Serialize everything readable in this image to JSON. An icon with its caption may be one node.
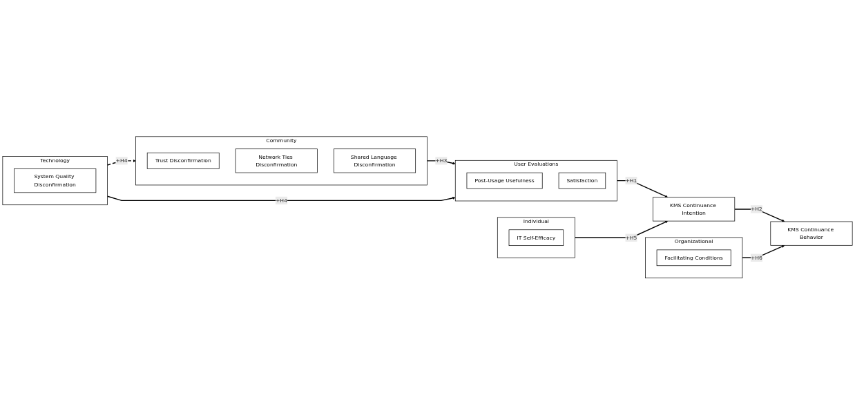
{
  "diagram": {
    "nodes": [
      {
        "text": [
          "Community"
        ]
      },
      {
        "text": [
          "Trust Disconfirmation"
        ],
        "in": 0
      },
      {
        "text": [
          "Network Ties Disconfirmation"
        ],
        "in": 0
      },
      {
        "text": [
          "Shared Language Disconfirmation"
        ],
        "in": 0
      },
      {
        "text": [
          "Technology"
        ]
      },
      {
        "text": [
          "System Quality Disconfirmation"
        ],
        "in": 4
      },
      {
        "text": [
          "User Evaluations"
        ]
      },
      {
        "text": [
          "Post-Usage Usefulness"
        ],
        "in": 6
      },
      {
        "text": [
          "Satisfaction"
        ],
        "in": 6
      },
      {
        "text": [
          "Individual"
        ]
      },
      {
        "text": [
          "IT Self-Efficacy"
        ],
        "in": 9
      },
      {
        "text": [
          "Organizational"
        ]
      },
      {
        "text": [
          "Facilitating Conditions"
        ],
        "in": 11
      },
      {
        "text": [
          "KMS Continuance Intention"
        ]
      },
      {
        "text": [
          "KMS Continuance Behavior"
        ]
      }
    ],
    "edges": [
      {
        "from": 0,
        "to": 6,
        "arrow": "to",
        "label": "+H3"
      },
      {
        "from": 4,
        "to": 0,
        "arrow": "to",
        "label": "+H4",
        "style": "dashed"
      },
      {
        "from": 4,
        "to": 6,
        "arrow": "to",
        "label": "+H4"
      },
      {
        "from": 6,
        "to": 13,
        "arrow": "to",
        "label": "+H1"
      },
      {
        "from": 9,
        "to": 13,
        "arrow": "to",
        "label": "+H5"
      },
      {
        "from": 13,
        "to": 14,
        "arrow": "to",
        "label": "+H2"
      },
      {
        "from": 11,
        "to": 14,
        "arrow": "to",
        "label": "+H6"
      }
    ]
  }
}
